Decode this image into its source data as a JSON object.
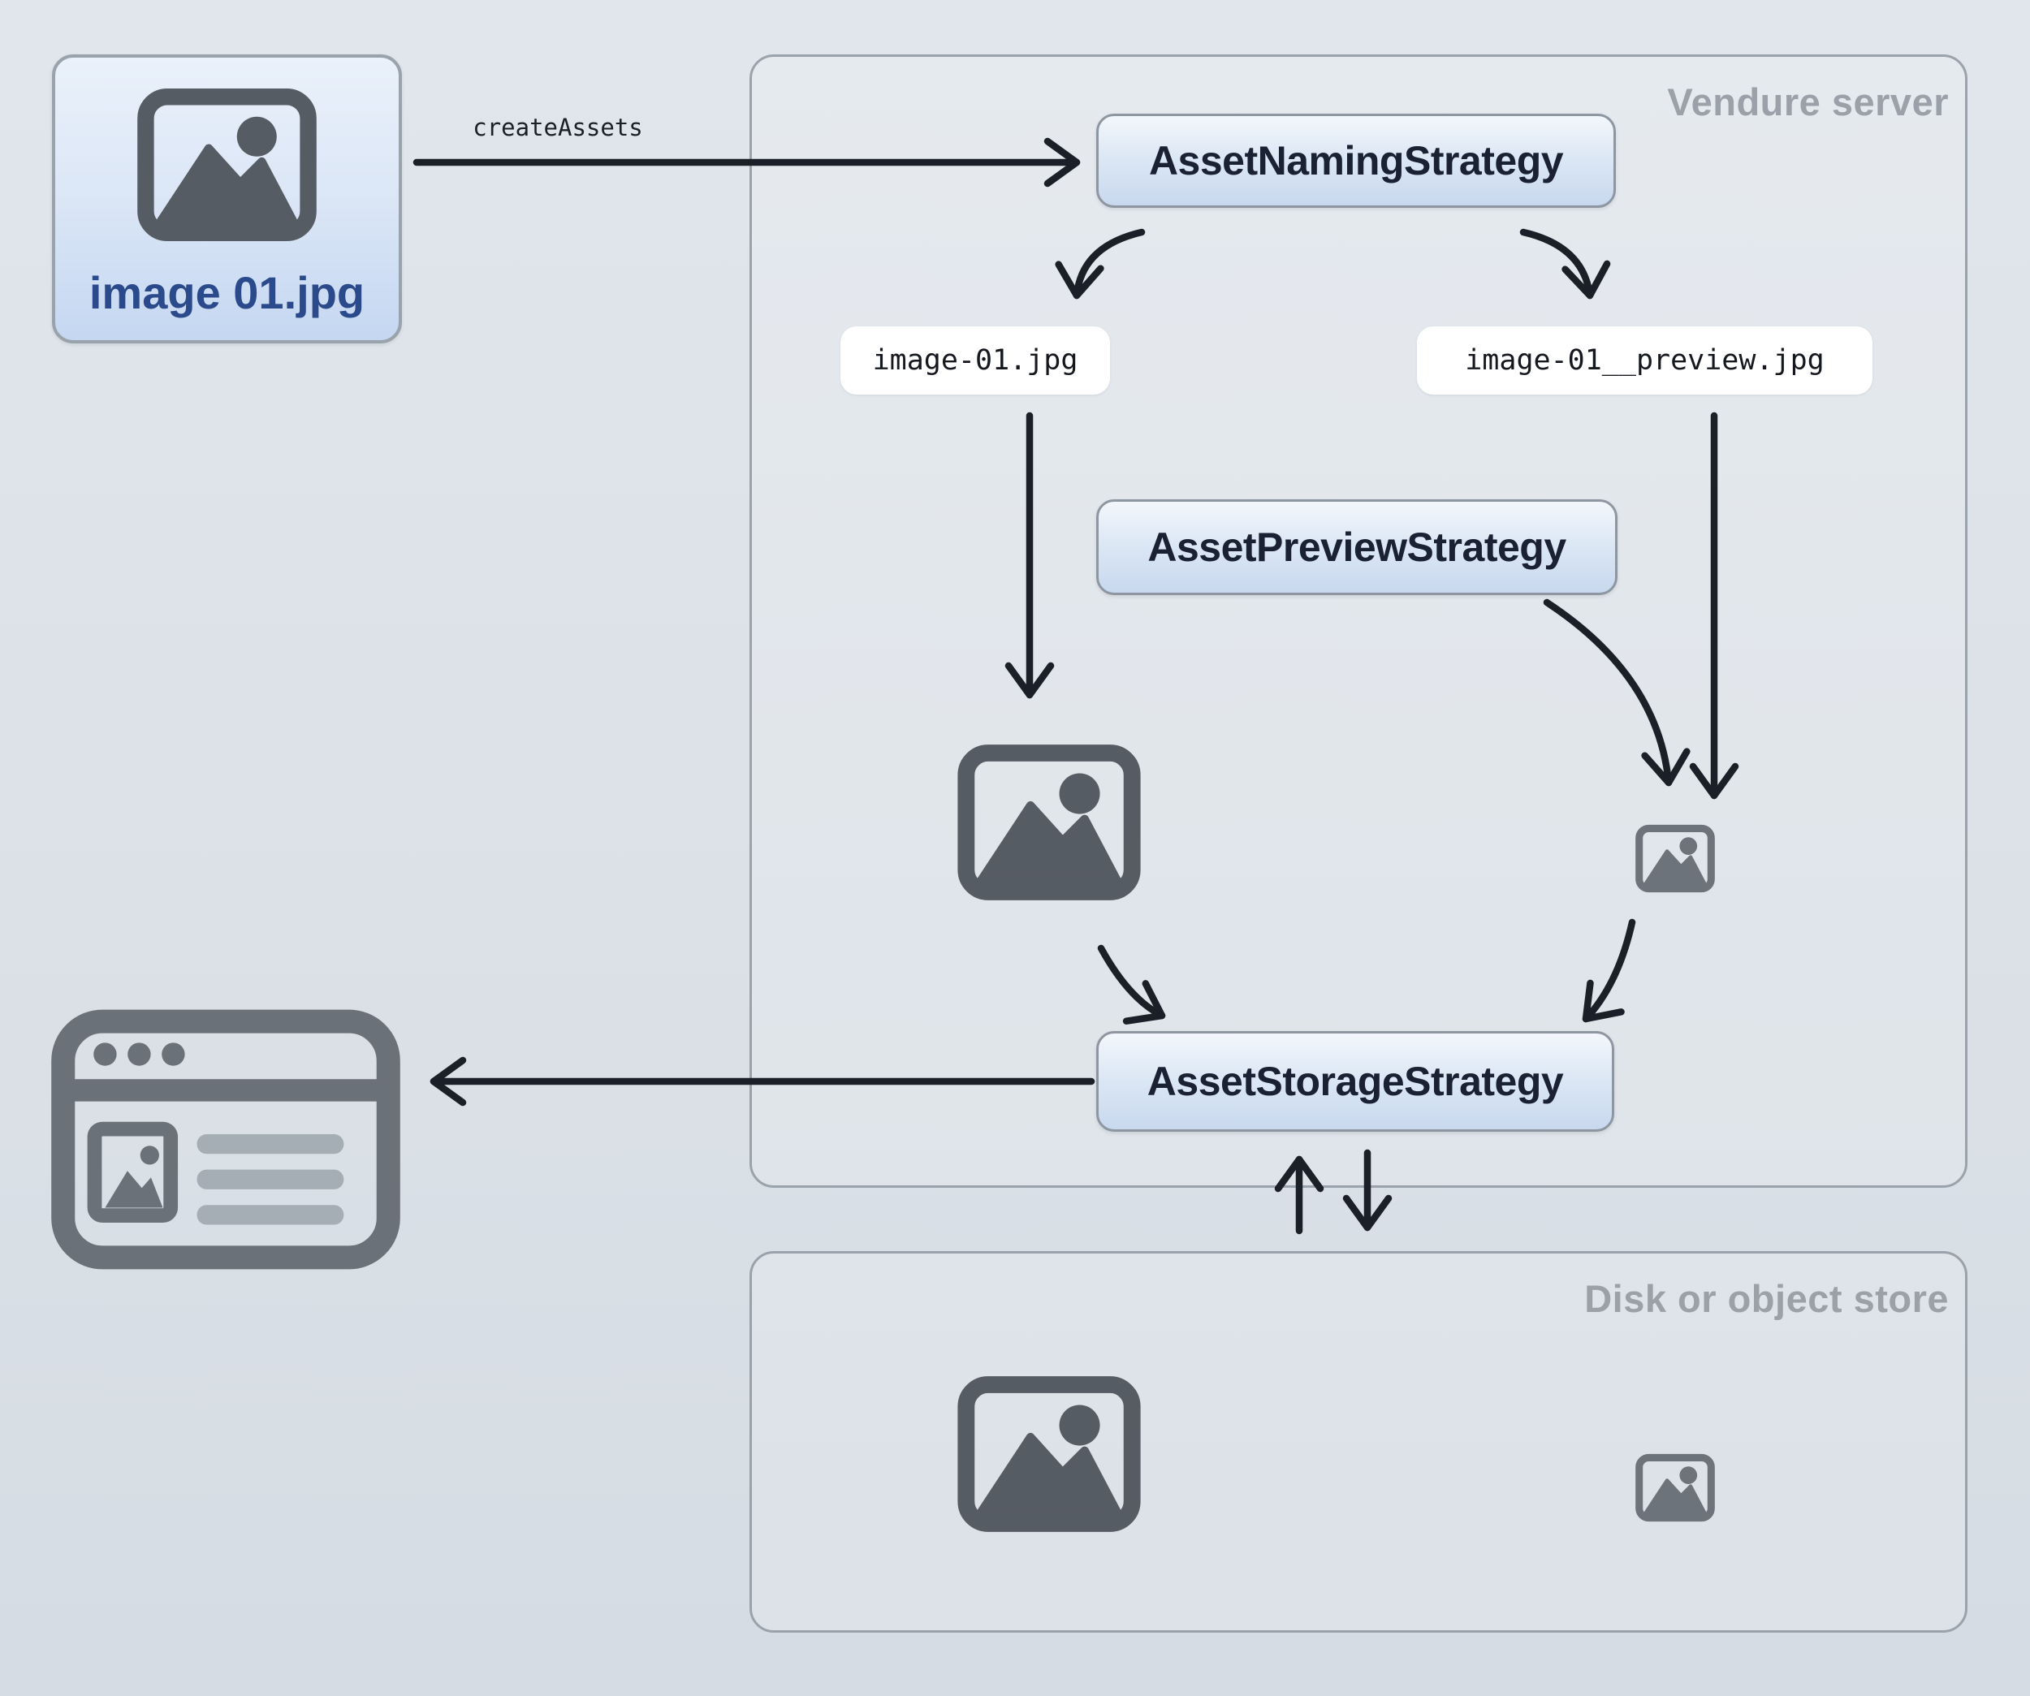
{
  "colors": {
    "bg_top": "#e1e6ec",
    "bg_mid": "#dbe1e7",
    "bg_bottom": "#d5dce3",
    "arrow": "#1b2028",
    "container_border": "#9aa3ac",
    "muted_label": "#9aa1a9",
    "node_border": "#8e97a1",
    "node_bg_top": "#f3f7fc",
    "node_bg_bottom": "#c8d8ee",
    "node_text": "#1a2132",
    "file_bg_top": "#eaf1fa",
    "file_bg_bottom": "#c5d7f1",
    "file_text": "#2b4a8b",
    "label_bg": "#ffffff",
    "label_text": "#15181e",
    "icon_dark": "#565c63",
    "icon_mid": "#6d737a",
    "browser": "#6b7178",
    "browser_lines": "#a5adb5"
  },
  "diagram": {
    "source_node": {
      "label": "image 01.jpg",
      "icon": "image-icon"
    },
    "edge": {
      "create_assets": "createAssets"
    },
    "containers": {
      "server": {
        "label": "Vendure server"
      },
      "store": {
        "label": "Disk or object store"
      }
    },
    "nodes": {
      "naming": {
        "label": "AssetNamingStrategy"
      },
      "preview": {
        "label": "AssetPreviewStrategy"
      },
      "storage": {
        "label": "AssetStorageStrategy"
      }
    },
    "file_labels": {
      "source": "image-01.jpg",
      "preview": "image-01__preview.jpg"
    },
    "icons": {
      "server_original": "image-icon",
      "server_preview": "image-icon",
      "store_original": "image-icon",
      "store_preview": "image-icon",
      "client": "browser-window-icon"
    }
  }
}
